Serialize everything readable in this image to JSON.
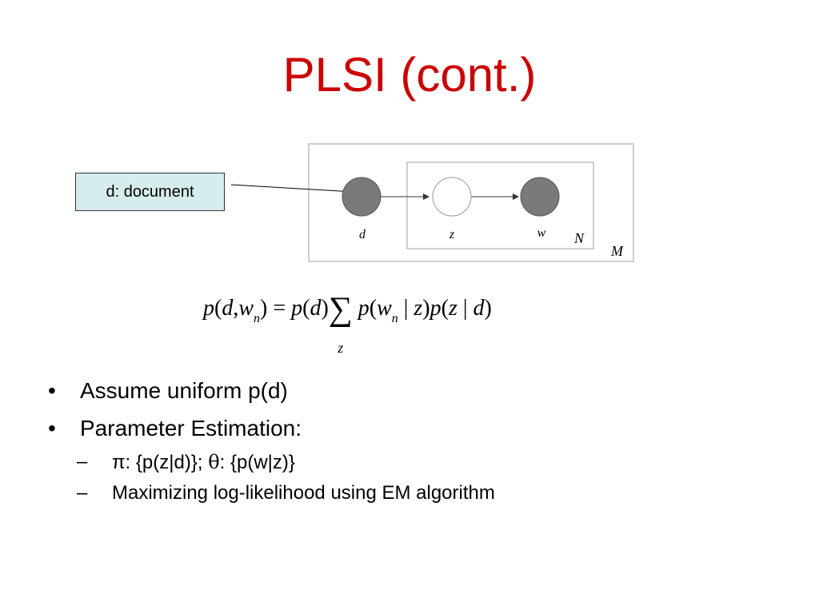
{
  "slide": {
    "title": "PLSI (cont.)",
    "title_color": "#cc0000"
  },
  "diagram": {
    "callout_label": "d: document",
    "callout_fill": "#d7ecec",
    "node_labels": {
      "d": "d",
      "z": "z",
      "w": "w"
    },
    "plate_labels": {
      "inner": "N",
      "outer": "M"
    },
    "observed_fill": "#7a7a7a",
    "latent_fill": "#ffffff"
  },
  "formula": {
    "lhs_p": "p",
    "lhs_open": "(",
    "lhs_d": "d",
    "lhs_comma": ",",
    "lhs_w": "w",
    "lhs_n": "n",
    "lhs_close": ")",
    "equals": " = ",
    "pd": "p",
    "pd_open": "(",
    "pd_d": "d",
    "pd_close": ")",
    "sigma": "∑",
    "sigma_sub": "z",
    "t1_p": "p",
    "t1_open": "(",
    "t1_w": "w",
    "t1_n": "n",
    "t1_bar": " | ",
    "t1_z": "z",
    "t1_close": ")",
    "t2_p": "p",
    "t2_open": "(",
    "t2_z": "z",
    "t2_bar": " | ",
    "t2_d": "d",
    "t2_close": ")"
  },
  "bullets": [
    {
      "mark": "•",
      "text": "Assume uniform p(d)"
    },
    {
      "mark": "•",
      "text": "Parameter Estimation:"
    }
  ],
  "sub_bullets": [
    {
      "mark": "–",
      "prefix": "π: {p(z|d)}; ",
      "theta": "θ",
      "suffix": ": {p(w|z)}"
    },
    {
      "mark": "–",
      "text": "Maximizing log-likelihood using EM algorithm"
    }
  ]
}
